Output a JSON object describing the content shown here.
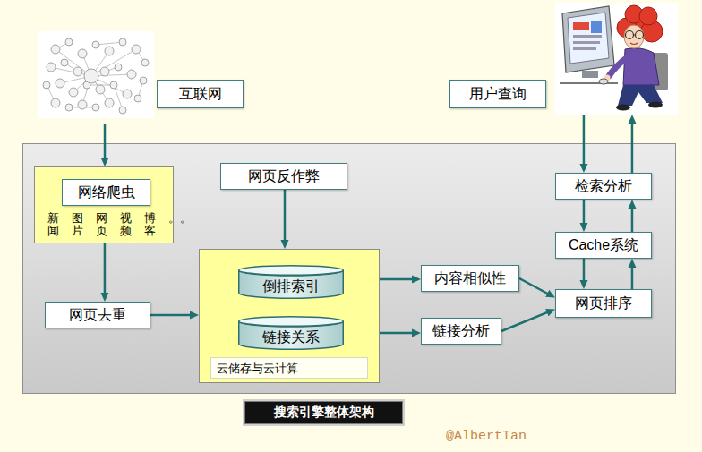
{
  "diagram": {
    "caption": "搜索引擎整体架构",
    "nodes": [
      {
        "text": [
          "互联网"
        ]
      },
      {
        "text": [
          "用户查询"
        ]
      },
      {
        "text": [
          "新闻",
          "图片",
          "网页",
          "视频",
          "博客",
          "。。"
        ]
      },
      {
        "text": [
          "网络爬虫"
        ],
        "in": 2
      },
      {
        "text": [
          "网页反作弊"
        ]
      },
      {
        "text": [
          "检索分析"
        ]
      },
      {
        "text": [
          "Cache系统"
        ]
      },
      {
        "text": [
          "云储存与云计算"
        ]
      },
      {
        "text": [
          "倒排索引"
        ],
        "in": 7
      },
      {
        "text": [
          "链接关系"
        ],
        "in": 7
      },
      {
        "text": [
          "内容相似性"
        ]
      },
      {
        "text": [
          "网页排序"
        ]
      },
      {
        "text": [
          "网页去重"
        ]
      },
      {
        "text": [
          "链接分析"
        ]
      }
    ],
    "edges": [
      {
        "from": 0,
        "to": 2,
        "arrow": "to"
      },
      {
        "from": 2,
        "to": 12,
        "arrow": "to"
      },
      {
        "from": 12,
        "to": 7,
        "arrow": "to"
      },
      {
        "from": 4,
        "to": 7,
        "arrow": "to"
      },
      {
        "from": 8,
        "to": 10,
        "arrow": "to"
      },
      {
        "from": 9,
        "to": 13,
        "arrow": "to"
      },
      {
        "from": 10,
        "to": 11,
        "arrow": "to"
      },
      {
        "from": 13,
        "to": 11,
        "arrow": "to"
      },
      {
        "from": 11,
        "to": 6,
        "arrow": "to"
      },
      {
        "from": 6,
        "to": 5,
        "arrow": "to"
      },
      {
        "from": 5,
        "to": 6,
        "arrow": "to"
      },
      {
        "from": 6,
        "to": 11,
        "arrow": "to"
      },
      {
        "from": 1,
        "to": 5,
        "arrow": "to"
      },
      {
        "from": 5,
        "to": 1,
        "arrow": "to"
      }
    ],
    "labels": [
      "@AlbertTan"
    ]
  }
}
